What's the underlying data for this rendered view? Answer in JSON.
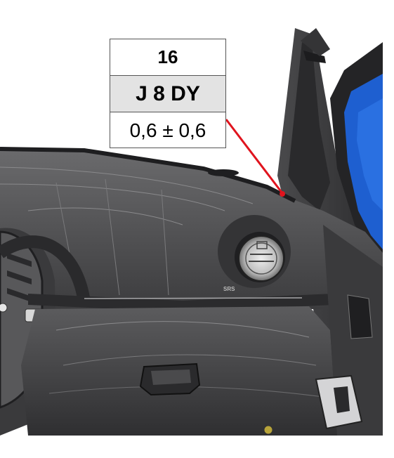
{
  "callout": {
    "number": "16",
    "code": "J 8 DY",
    "tolerance": "0,6 ± 0,6"
  },
  "dashboard_marking": "SRS",
  "colors": {
    "leader_line": "#e0141e",
    "window_glass": "#1e5fd0",
    "panel_dark": "#3e3e40",
    "panel_mid": "#5a5a5c"
  }
}
